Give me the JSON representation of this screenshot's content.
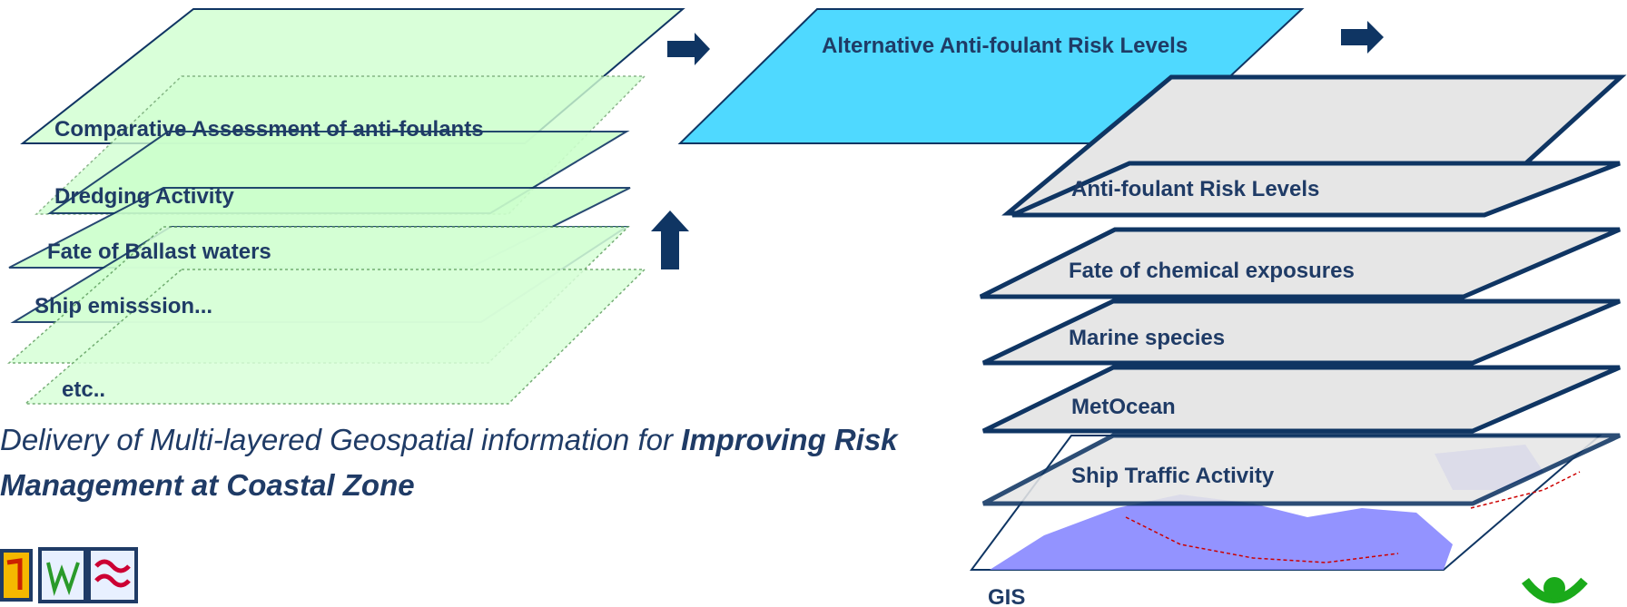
{
  "left_stack": {
    "layers": [
      "Comparative Assessment of anti-foulants",
      "Dredging Activity",
      "Fate of Ballast waters",
      "Ship emisssion...",
      "etc.."
    ]
  },
  "top_right": {
    "label": "Alternative Anti-foulant  Risk Levels"
  },
  "right_stack": {
    "layers": [
      "Anti-foulant Risk Levels",
      "Fate of chemical exposures",
      "Marine species",
      "MetOcean",
      "Ship Traffic Activity"
    ],
    "base_label": "GIS"
  },
  "caption": {
    "normal": "Delivery of Multi-layered Geospatial information for ",
    "bold": "Improving Risk Management at Coastal Zone"
  },
  "colors": {
    "green_fill": "#ccffcc",
    "green_fill_light": "#e2ffe2",
    "navy": "#0f3563",
    "cyan": "#4fd9ff",
    "grey_fill": "#e6e6e6",
    "map_water": "#8080ff"
  },
  "icons": [
    "arrow-right-icon",
    "arrow-up-icon",
    "logo-icon",
    "logo-right-icon"
  ]
}
